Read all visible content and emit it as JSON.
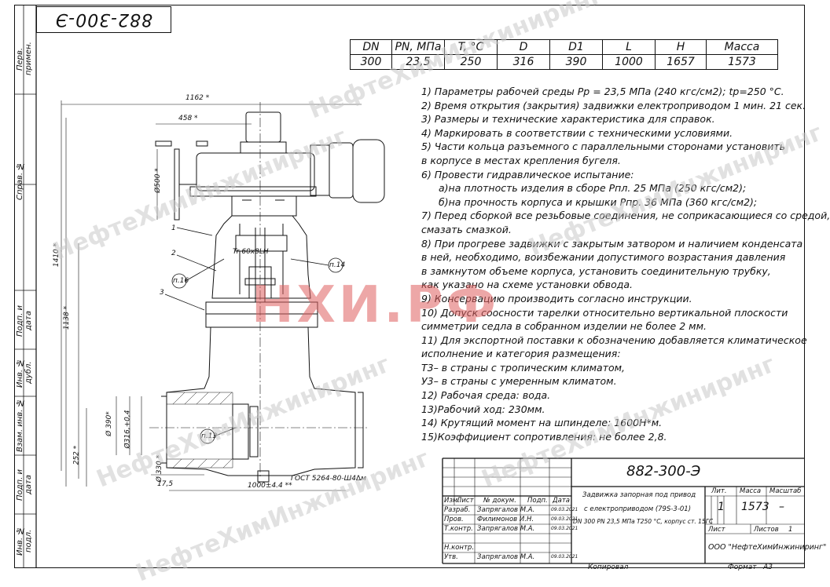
{
  "document_code": "882-300-Э",
  "side_labels": [
    "Перв. примен.",
    "Справ. №",
    "Подп. и дата",
    "Инв. № дубл.",
    "Взам. инв. №",
    "Подп. и дата",
    "Инв. № подл."
  ],
  "params_table": {
    "headers": [
      "DN",
      "PN, МПа",
      "T, °C",
      "D",
      "D1",
      "L",
      "H",
      "Масса"
    ],
    "values": [
      "300",
      "23,5",
      "250",
      "316",
      "390",
      "1000",
      "1657",
      "1573"
    ]
  },
  "notes": [
    "1) Параметры рабочей среды Рр = 23,5 МПа (240 кгс/см2); tр=250 °С.",
    "2) Время открытия (закрытия) задвижки електроприводом 1 мин. 21 сек.",
    "3) Размеры и технические характеристика для справок.",
    "4) Маркировать в соответствии с техническими условиями.",
    "5) Части кольца разъемного с параллельными сторонами установить",
    "в корпусе в местах крепления бугеля.",
    "6) Провести гидравлическое испытание:",
    "а)на плотность изделия в сборе Рпл. 25 МПа (250 кгс/см2);",
    "б)на прочность корпуса и крышки Рпр. 36 МПа (360 кгс/см2);",
    "7) Перед сборкой все резьбовые соединения, не соприкасающиеся со средой,",
    "смазать смазкой.",
    "8) При прогреве задвижки с закрытым затвором и наличием конденсата",
    "в ней, необходимо, воизбежании допустимого возрастания давления",
    "в замкнутом объеме корпуса, установить соединительную трубку,",
    "как указано на схеме установки обвода.",
    "9) Консервацию производить согласно инструкции.",
    "10) Допуск соосности тарелки относительно вертикальной плоскости",
    "симметрии седла в собранном изделии не более 2 мм.",
    "11) Для экспортной поставки к обозначению добавляется климатическое",
    "исполнение и категория размещения:",
    "Т3– в страны с тропическим климатом,",
    "У3– в страны с умеренным климатом.",
    "12) Рабочая среда: вода.",
    "13)Рабочий ход: 230мм.",
    "14) Крутящий момент на шпинделе: 1600Н*м.",
    "15)Коэффициент сопротивления: не более 2,8."
  ],
  "dimensions": {
    "d1162": "1162 *",
    "d458": "458 *",
    "d1410": "1410 *",
    "d1138": "1138 *",
    "d252": "252 *",
    "d1000": "1000±4.4 **",
    "d390": "Ø 390*",
    "d316": "Ø316,+0,4",
    "d330": "Ø 330 *",
    "d500": "Ø500 *",
    "d17": "17,5",
    "gost": "ГОСТ 5264-80-Ш4∆м",
    "spindle": "Tr 60x8LH"
  },
  "callouts": [
    "1",
    "2",
    "3",
    "п.16",
    "п.14",
    "п.13"
  ],
  "title_block": {
    "designation": "882-300-Э",
    "description_lines": [
      "Задвижка запорная под привод",
      "с електроприводом (79S-3-01)",
      "DN 300 PN 23,5 МПа Т250 °С, корпус ст. 15ГС"
    ],
    "col_headers": [
      "Изм.",
      "Лист",
      "№ докум.",
      "Подп.",
      "Дата"
    ],
    "rows": [
      {
        "role": "Разраб.",
        "name": "Запрягалов М.А.",
        "date": "09.03.2021"
      },
      {
        "role": "Пров.",
        "name": "Филимонов И.Н.",
        "date": "09.03.2021"
      },
      {
        "role": "Т.контр.",
        "name": "Запрягалов М.А.",
        "date": "09.03.2021"
      },
      {
        "role": "Н.контр.",
        "name": "",
        "date": ""
      },
      {
        "role": "Утв.",
        "name": "Запрягалов М.А.",
        "date": "09.03.2021"
      }
    ],
    "lit_label": "Лит.",
    "mass_label": "Масса",
    "scale_label": "Масштаб",
    "lit_value": "1",
    "mass_value": "1573",
    "scale_value": "–",
    "sheet_label": "Лист",
    "sheets_label": "Листов",
    "sheets_value": "1",
    "company": "ООО \"НефтеХимИнжиниринг\"",
    "copied": "Копировал",
    "format": "Формат   А3"
  },
  "watermark": {
    "text": "НефтеХимИнжиниринг",
    "big": "НХИ.РФ"
  },
  "colors": {
    "line": "#111111",
    "watermark": "#c9c9c9",
    "logo": "#e06060"
  }
}
